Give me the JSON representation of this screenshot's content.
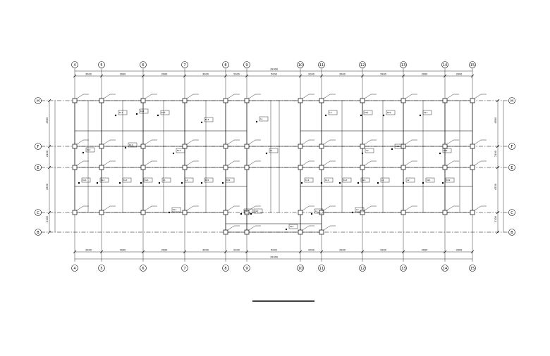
{
  "drawing": {
    "caption_bar_shown": true
  },
  "grid_columns": [
    {
      "label": "4",
      "span": "3900"
    },
    {
      "label": "5",
      "span": "3900"
    },
    {
      "label": "6",
      "span": "3900"
    },
    {
      "label": "7",
      "span": "3900"
    },
    {
      "label": "8",
      "span": "2000"
    },
    {
      "label": "9",
      "span": "5000"
    },
    {
      "label": "10",
      "span": "2000"
    },
    {
      "label": "11",
      "span": "3900"
    },
    {
      "label": "12",
      "span": "3900"
    },
    {
      "label": "13",
      "span": "3900"
    },
    {
      "label": "14",
      "span": "3900"
    },
    {
      "label": "15",
      "span": ""
    }
  ],
  "grid_rows": [
    {
      "label": "H",
      "span": "4500"
    },
    {
      "label": "F",
      "span": "2100"
    },
    {
      "label": "E",
      "span": "4500"
    },
    {
      "label": "C",
      "span": "2100"
    },
    {
      "label": "B",
      "span": ""
    }
  ],
  "overall_dimension": "39300",
  "beam_tags": [
    "KL1",
    "KL2",
    "KL3",
    "KL4",
    "L1",
    "L2",
    "KZ1",
    "KZ2"
  ]
}
